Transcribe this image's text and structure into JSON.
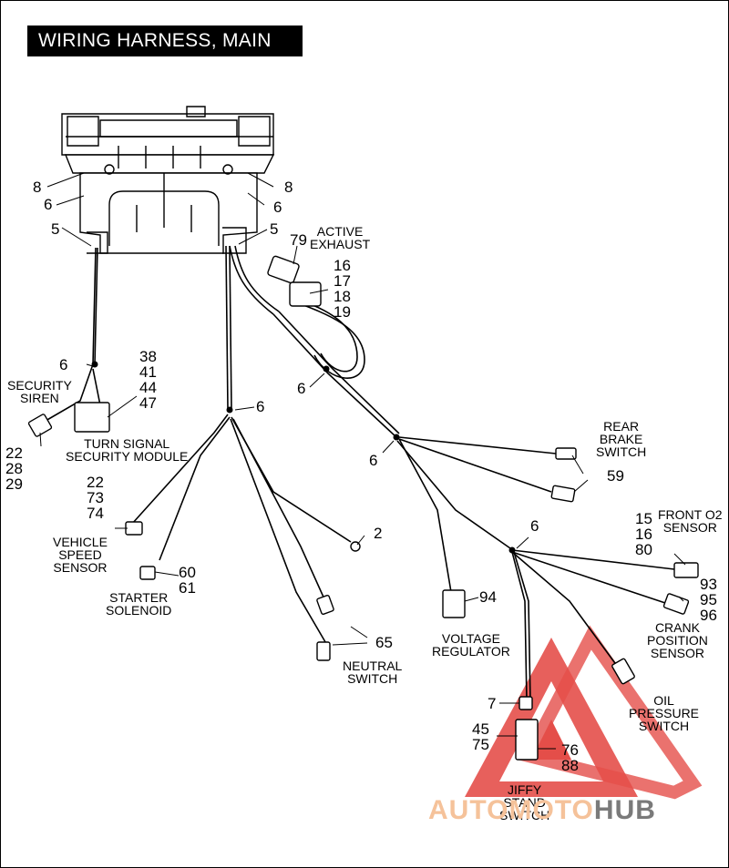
{
  "title": "WIRING HARNESS, MAIN",
  "labels": {
    "active_exhaust": "ACTIVE\nEXHAUST",
    "security_siren": "SECURITY\nSIREN",
    "turn_signal_security_module": "TURN SIGNAL\nSECURITY MODULE",
    "vehicle_speed_sensor": "VEHICLE\nSPEED\nSENSOR",
    "starter_solenoid": "STARTER\nSOLENOID",
    "neutral_switch": "NEUTRAL\nSWITCH",
    "voltage_regulator": "VOLTAGE\nREGULATOR",
    "rear_brake_switch": "REAR\nBRAKE\nSWITCH",
    "front_o2_sensor": "FRONT O2\nSENSOR",
    "crank_position_sensor": "CRANK\nPOSITION\nSENSOR",
    "oil_pressure_switch": "OIL\nPRESSURE\nSWITCH",
    "jiffy_stand_switch": "JIFFY\nSTAND\nSWITCH"
  },
  "callouts": {
    "c8_left": "8",
    "c6_left": "6",
    "c5_left": "5",
    "c8_right": "8",
    "c6_right": "6",
    "c5_right": "5",
    "c79": "79",
    "c16_17_18_19": "16\n17\n18\n19",
    "c6_exhaust": "6",
    "c6_siren": "6",
    "c38_41_44_47": "38\n41\n44\n47",
    "c22_28_29": "22\n28\n29",
    "c6_mid": "6",
    "c22_73_74": "22\n73\n74",
    "c60_61": "60\n61",
    "c2": "2",
    "c65": "65",
    "c6_junction": "6",
    "c59": "59",
    "c6_branch": "6",
    "c94": "94",
    "c15_16_80": "15\n16\n80",
    "c93_95_96": "93\n95\n96",
    "c7": "7",
    "c45_75": "45\n75",
    "c76_88": "76\n88"
  },
  "watermark": {
    "left": "AUTOMOTO",
    "right": "HUB"
  },
  "colors": {
    "ink": "#000000",
    "title_bg": "#000000",
    "title_fg": "#ffffff",
    "watermark_red": "#e0302a",
    "watermark_orange": "#f5c29a",
    "watermark_gray": "#7a7a7a"
  }
}
